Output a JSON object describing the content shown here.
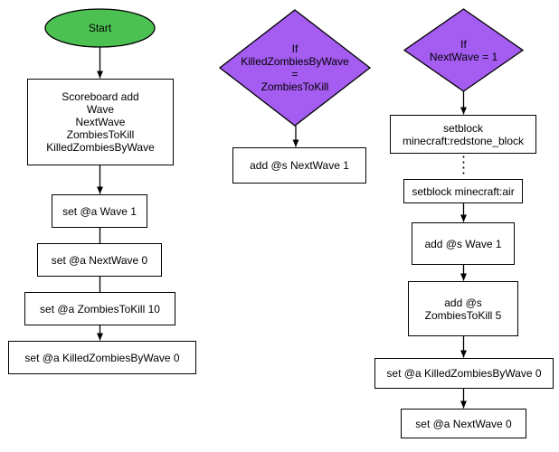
{
  "diagram": {
    "type": "flowchart",
    "background": "#ffffff",
    "colors": {
      "start_fill": "#4cc152",
      "decision_fill": "#a55cf0",
      "process_fill": "#ffffff",
      "stroke": "#000000",
      "text": "#000000"
    },
    "nodes": {
      "start": {
        "shape": "ellipse",
        "label": "Start"
      },
      "scoreboard_add": {
        "shape": "process",
        "label": "Scoreboard add\nWave\nNextWave\nZombiesToKill\nKilledZombiesByWave"
      },
      "set_wave_1": {
        "shape": "process",
        "label": "set @a Wave 1"
      },
      "set_nextwave_0": {
        "shape": "process",
        "label": "set @a NextWave 0"
      },
      "set_zombiestokill_10": {
        "shape": "process",
        "label": "set @a ZombiesToKill 10"
      },
      "set_killedzombies_0": {
        "shape": "process",
        "label": "set @a KilledZombiesByWave 0"
      },
      "if_killed_equals_target": {
        "shape": "decision",
        "label": "If\nKilledZombiesByWave\n=\nZombiesToKill"
      },
      "add_nextwave_1": {
        "shape": "process",
        "label": "add @s NextWave 1"
      },
      "if_nextwave_1": {
        "shape": "decision",
        "label": "If\nNextWave = 1"
      },
      "setblock_redstone": {
        "shape": "process",
        "label": "setblock\nminecraft:redstone_block"
      },
      "setblock_air": {
        "shape": "process",
        "label": "setblock minecraft:air"
      },
      "add_wave_1": {
        "shape": "process",
        "label": "add @s Wave 1"
      },
      "add_zombiestokill_5": {
        "shape": "process",
        "label": "add @s\nZombiesToKill 5"
      },
      "set_killedzombies_0_right": {
        "shape": "process",
        "label": "set @a KilledZombiesByWave 0"
      },
      "set_nextwave_0_right": {
        "shape": "process",
        "label": "set @a NextWave 0"
      }
    },
    "edges": [
      {
        "from": "start",
        "to": "scoreboard_add",
        "style": "arrow"
      },
      {
        "from": "scoreboard_add",
        "to": "set_wave_1",
        "style": "arrow"
      },
      {
        "from": "set_wave_1",
        "to": "set_nextwave_0",
        "style": "line"
      },
      {
        "from": "set_nextwave_0",
        "to": "set_zombiestokill_10",
        "style": "line"
      },
      {
        "from": "set_zombiestokill_10",
        "to": "set_killedzombies_0",
        "style": "arrow"
      },
      {
        "from": "if_killed_equals_target",
        "to": "add_nextwave_1",
        "style": "arrow"
      },
      {
        "from": "if_nextwave_1",
        "to": "setblock_redstone",
        "style": "arrow"
      },
      {
        "from": "setblock_redstone",
        "to": "setblock_air",
        "style": "dotted"
      },
      {
        "from": "setblock_air",
        "to": "add_wave_1",
        "style": "arrow"
      },
      {
        "from": "add_wave_1",
        "to": "add_zombiestokill_5",
        "style": "arrow"
      },
      {
        "from": "add_zombiestokill_5",
        "to": "set_killedzombies_0_right",
        "style": "arrow"
      },
      {
        "from": "set_killedzombies_0_right",
        "to": "set_nextwave_0_right",
        "style": "arrow"
      }
    ]
  }
}
